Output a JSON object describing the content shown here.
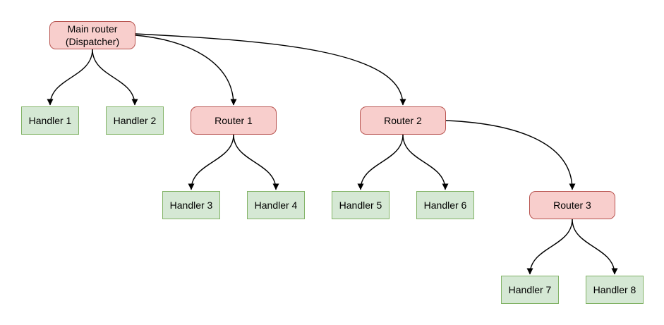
{
  "diagram": {
    "colors": {
      "background": "#ffffff",
      "router_fill": "#f8cecc",
      "router_stroke": "#b85450",
      "handler_fill": "#d5e8d4",
      "handler_stroke": "#82b366",
      "edge": "#000000"
    },
    "nodes": [
      {
        "id": "main-router",
        "type": "router",
        "label": "Main router (Dispatcher)",
        "lines": [
          "Main router",
          "(Dispatcher)"
        ]
      },
      {
        "id": "handler-1",
        "type": "handler",
        "label": "Handler 1"
      },
      {
        "id": "handler-2",
        "type": "handler",
        "label": "Handler 2"
      },
      {
        "id": "router-1",
        "type": "router",
        "label": "Router 1"
      },
      {
        "id": "router-2",
        "type": "router",
        "label": "Router 2"
      },
      {
        "id": "handler-3",
        "type": "handler",
        "label": "Handler 3"
      },
      {
        "id": "handler-4",
        "type": "handler",
        "label": "Handler 4"
      },
      {
        "id": "handler-5",
        "type": "handler",
        "label": "Handler 5"
      },
      {
        "id": "handler-6",
        "type": "handler",
        "label": "Handler 6"
      },
      {
        "id": "router-3",
        "type": "router",
        "label": "Router 3"
      },
      {
        "id": "handler-7",
        "type": "handler",
        "label": "Handler 7"
      },
      {
        "id": "handler-8",
        "type": "handler",
        "label": "Handler 8"
      }
    ],
    "edges": [
      {
        "from": "main-router",
        "to": "handler-1"
      },
      {
        "from": "main-router",
        "to": "handler-2"
      },
      {
        "from": "main-router",
        "to": "router-1"
      },
      {
        "from": "main-router",
        "to": "router-2"
      },
      {
        "from": "router-1",
        "to": "handler-3"
      },
      {
        "from": "router-1",
        "to": "handler-4"
      },
      {
        "from": "router-2",
        "to": "handler-5"
      },
      {
        "from": "router-2",
        "to": "handler-6"
      },
      {
        "from": "router-2",
        "to": "router-3"
      },
      {
        "from": "router-3",
        "to": "handler-7"
      },
      {
        "from": "router-3",
        "to": "handler-8"
      }
    ]
  }
}
